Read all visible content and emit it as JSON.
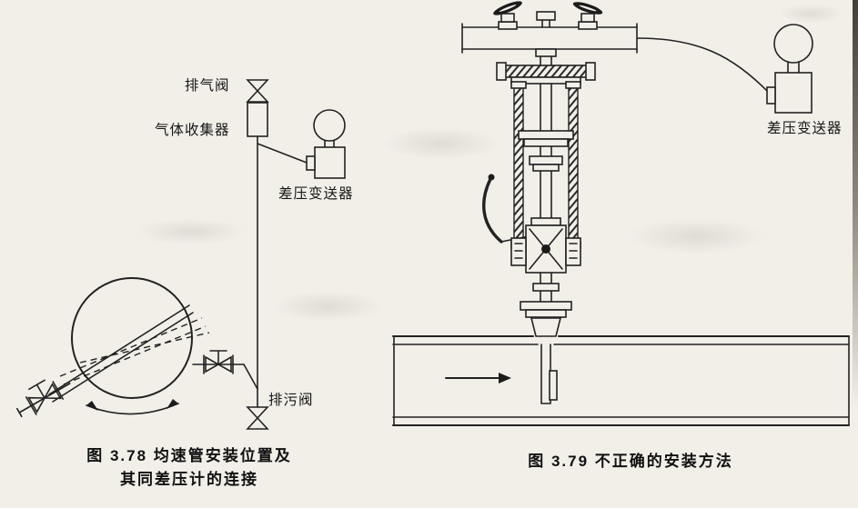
{
  "colors": {
    "paper": "#f2efe9",
    "ink": "#1c1c1c"
  },
  "figure_378": {
    "labels": {
      "exhaust_valve": "排气阀",
      "gas_collector": "气体收集器",
      "dp_transmitter": "差压变送器",
      "drain_valve": "排污阀"
    },
    "caption_line1": "图 3.78  均速管安装位置及",
    "caption_line2": "其同差压计的连接"
  },
  "figure_379": {
    "labels": {
      "dp_transmitter": "差压变送器"
    },
    "caption": "图 3.79  不正确的安装方法"
  }
}
